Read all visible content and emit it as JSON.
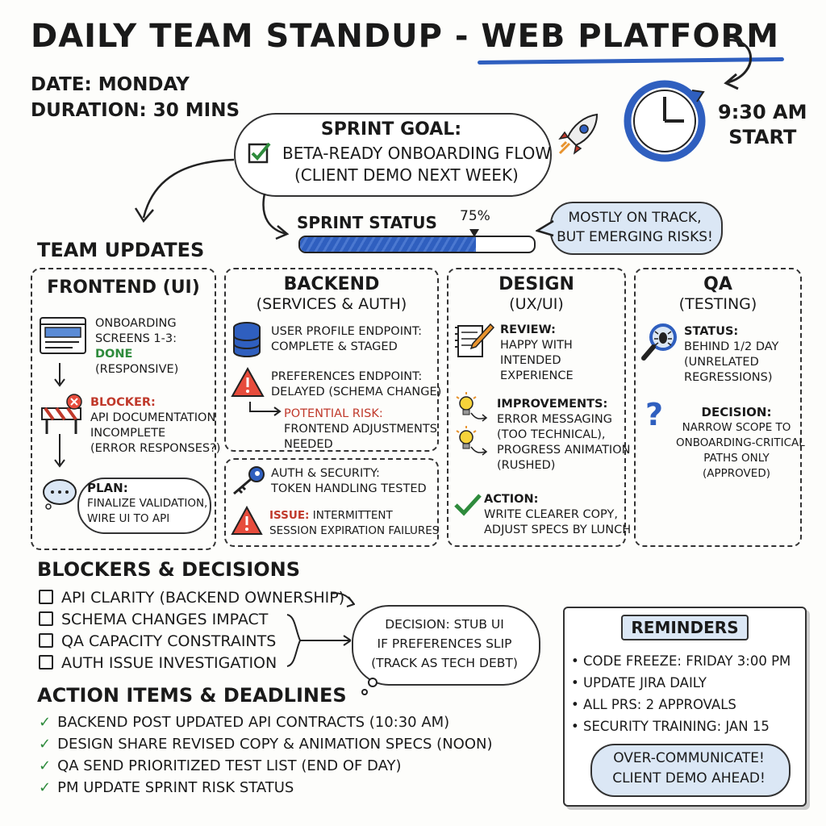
{
  "title": {
    "prefix": "DAILY TEAM STANDUP -",
    "highlight": "WEB PLATFORM"
  },
  "meta": {
    "date": "DATE: MONDAY",
    "duration": "DURATION: 30 MINS"
  },
  "clock": {
    "time": "9:30 AM",
    "label": "START"
  },
  "sprint_goal": {
    "heading": "SPRINT GOAL:",
    "line1": "BETA-READY ONBOARDING FLOW",
    "line2": "(CLIENT DEMO NEXT WEEK)"
  },
  "sprint_status": {
    "label": "SPRINT STATUS",
    "percent_label": "75%",
    "progress": 0.75,
    "note_line1": "MOSTLY ON TRACK,",
    "note_line2": "BUT EMERGING RISKS!"
  },
  "team_updates_heading": "TEAM UPDATES",
  "frontend": {
    "title": "FRONTEND (UI)",
    "item1": [
      "ONBOARDING",
      "SCREENS 1-3:",
      "DONE",
      "(RESPONSIVE)"
    ],
    "blocker_label": "BLOCKER:",
    "blocker_lines": [
      "API DOCUMENTATION",
      "INCOMPLETE",
      "(ERROR RESPONSES?)"
    ],
    "plan_label": "PLAN:",
    "plan_lines": [
      "FINALIZE VALIDATION,",
      "WIRE UI TO API"
    ]
  },
  "backend": {
    "title": "BACKEND",
    "subtitle": "(SERVICES & AUTH)",
    "item1": [
      "USER PROFILE ENDPOINT:",
      "COMPLETE & STAGED"
    ],
    "item2": [
      "PREFERENCES ENDPOINT:",
      "DELAYED (SCHEMA CHANGE)"
    ],
    "risk_label": "POTENTIAL RISK:",
    "risk_lines": [
      "FRONTEND ADJUSTMENTS",
      "NEEDED"
    ],
    "auth": [
      "AUTH & SECURITY:",
      "TOKEN HANDLING TESTED"
    ],
    "issue_label": "ISSUE:",
    "issue_rest": "INTERMITTENT",
    "issue_line2": "SESSION EXPIRATION FAILURES"
  },
  "design": {
    "title": "DESIGN",
    "subtitle": "(UX/UI)",
    "review": [
      "REVIEW:",
      "HAPPY WITH",
      "INTENDED",
      "EXPERIENCE"
    ],
    "improvements": [
      "IMPROVEMENTS:",
      "ERROR MESSAGING",
      "(TOO TECHNICAL),",
      "PROGRESS ANIMATION",
      "(RUSHED)"
    ],
    "action": [
      "ACTION:",
      "WRITE CLEARER COPY,",
      "ADJUST SPECS BY LUNCH"
    ]
  },
  "qa": {
    "title": "QA",
    "subtitle": "(TESTING)",
    "status": [
      "STATUS:",
      "BEHIND 1/2 DAY",
      "(UNRELATED",
      "REGRESSIONS)"
    ],
    "decision": [
      "DECISION:",
      "NARROW SCOPE TO",
      "ONBOARDING-CRITICAL",
      "PATHS ONLY",
      "(APPROVED)"
    ]
  },
  "blockers": {
    "heading": "BLOCKERS & DECISIONS",
    "items": [
      "API CLARITY (BACKEND OWNERSHIP)",
      "SCHEMA CHANGES IMPACT",
      "QA CAPACITY CONSTRAINTS",
      "AUTH ISSUE INVESTIGATION"
    ],
    "decision_lines": [
      "DECISION: STUB UI",
      "IF PREFERENCES SLIP",
      "(TRACK AS TECH DEBT)"
    ]
  },
  "actions": {
    "heading": "ACTION ITEMS & DEADLINES",
    "items": [
      "BACKEND POST UPDATED API CONTRACTS (10:30 AM)",
      "DESIGN SHARE REVISED COPY & ANIMATION SPECS (NOON)",
      "QA SEND PRIORITIZED TEST LIST (END OF DAY)",
      "PM UPDATE SPRINT RISK STATUS"
    ]
  },
  "reminders": {
    "heading": "REMINDERS",
    "items": [
      "CODE FREEZE: FRIDAY 3:00 PM",
      "UPDATE JIRA DAILY",
      "ALL PRS: 2 APPROVALS",
      "SECURITY TRAINING: JAN 15"
    ],
    "callout_line1": "OVER-COMMUNICATE!",
    "callout_line2": "CLIENT DEMO AHEAD!"
  },
  "colors": {
    "accent_blue": "#2f5fbf",
    "green": "#2e8b3c",
    "red": "#c0392b",
    "light_blue": "#dbe7f5"
  }
}
